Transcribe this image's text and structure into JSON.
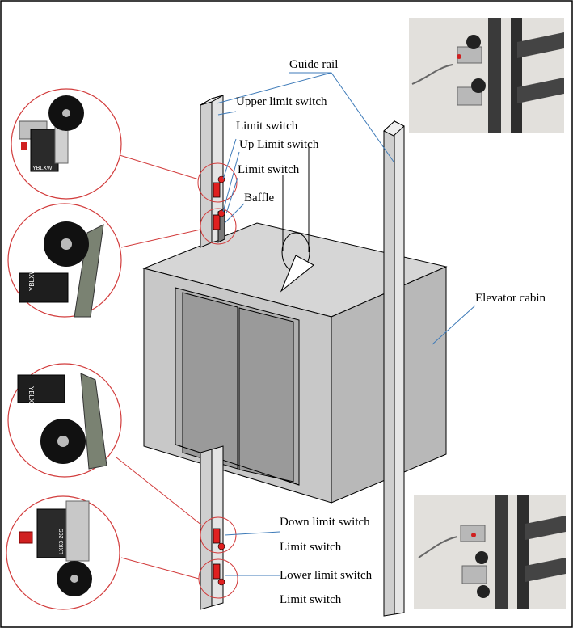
{
  "labels": {
    "guide_rail": "Guide rail",
    "upper_limit_switch": "Upper limit switch",
    "limit_switch_1": "Limit switch",
    "up_limit_switch": "Up Limit switch",
    "limit_switch_2": "Limit switch",
    "baffle": "Baffle",
    "elevator_cabin": "Elevator cabin",
    "down_limit_switch": "Down limit switch",
    "limit_switch_3": "Limit switch",
    "lower_limit_switch": "Lower limit switch",
    "limit_switch_4": "Limit switch"
  },
  "device_markings": [
    "YBLXW",
    "YBLXW",
    "YBLXW",
    "LXK3-20S"
  ],
  "colors": {
    "outline": "#000000",
    "leader_red": "#d23c3c",
    "leader_blue": "#3d7ab8",
    "switch_red": "#e02020",
    "cabin_front": "#c8c8c8",
    "cabin_side": "#b8b8b8",
    "cabin_top": "#d6d6d6",
    "door": "#9a9a9a",
    "rail": "#cfcfcf"
  }
}
